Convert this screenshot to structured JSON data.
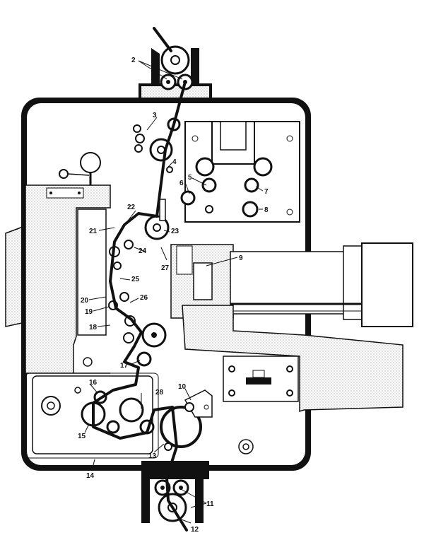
{
  "diagram": {
    "callouts": [
      {
        "id": "2",
        "text": "2"
      },
      {
        "id": "3",
        "text": "3"
      },
      {
        "id": "4",
        "text": "4"
      },
      {
        "id": "5",
        "text": "5"
      },
      {
        "id": "6",
        "text": "6"
      },
      {
        "id": "7",
        "text": "7"
      },
      {
        "id": "8",
        "text": "8"
      },
      {
        "id": "9",
        "text": "9"
      },
      {
        "id": "10",
        "text": "10"
      },
      {
        "id": "11",
        "text": "11"
      },
      {
        "id": "12",
        "text": "12"
      },
      {
        "id": "13",
        "text": "13"
      },
      {
        "id": "14",
        "text": "14"
      },
      {
        "id": "15",
        "text": "15"
      },
      {
        "id": "16",
        "text": "16"
      },
      {
        "id": "17",
        "text": "17"
      },
      {
        "id": "18",
        "text": "18"
      },
      {
        "id": "19",
        "text": "19"
      },
      {
        "id": "20",
        "text": "20"
      },
      {
        "id": "21",
        "text": "21"
      },
      {
        "id": "22",
        "text": "22"
      },
      {
        "id": "23",
        "text": "23"
      },
      {
        "id": "24",
        "text": "24"
      },
      {
        "id": "25",
        "text": "25"
      },
      {
        "id": "26",
        "text": "26"
      },
      {
        "id": "27",
        "text": "27"
      },
      {
        "id": "28",
        "text": "28"
      }
    ]
  }
}
